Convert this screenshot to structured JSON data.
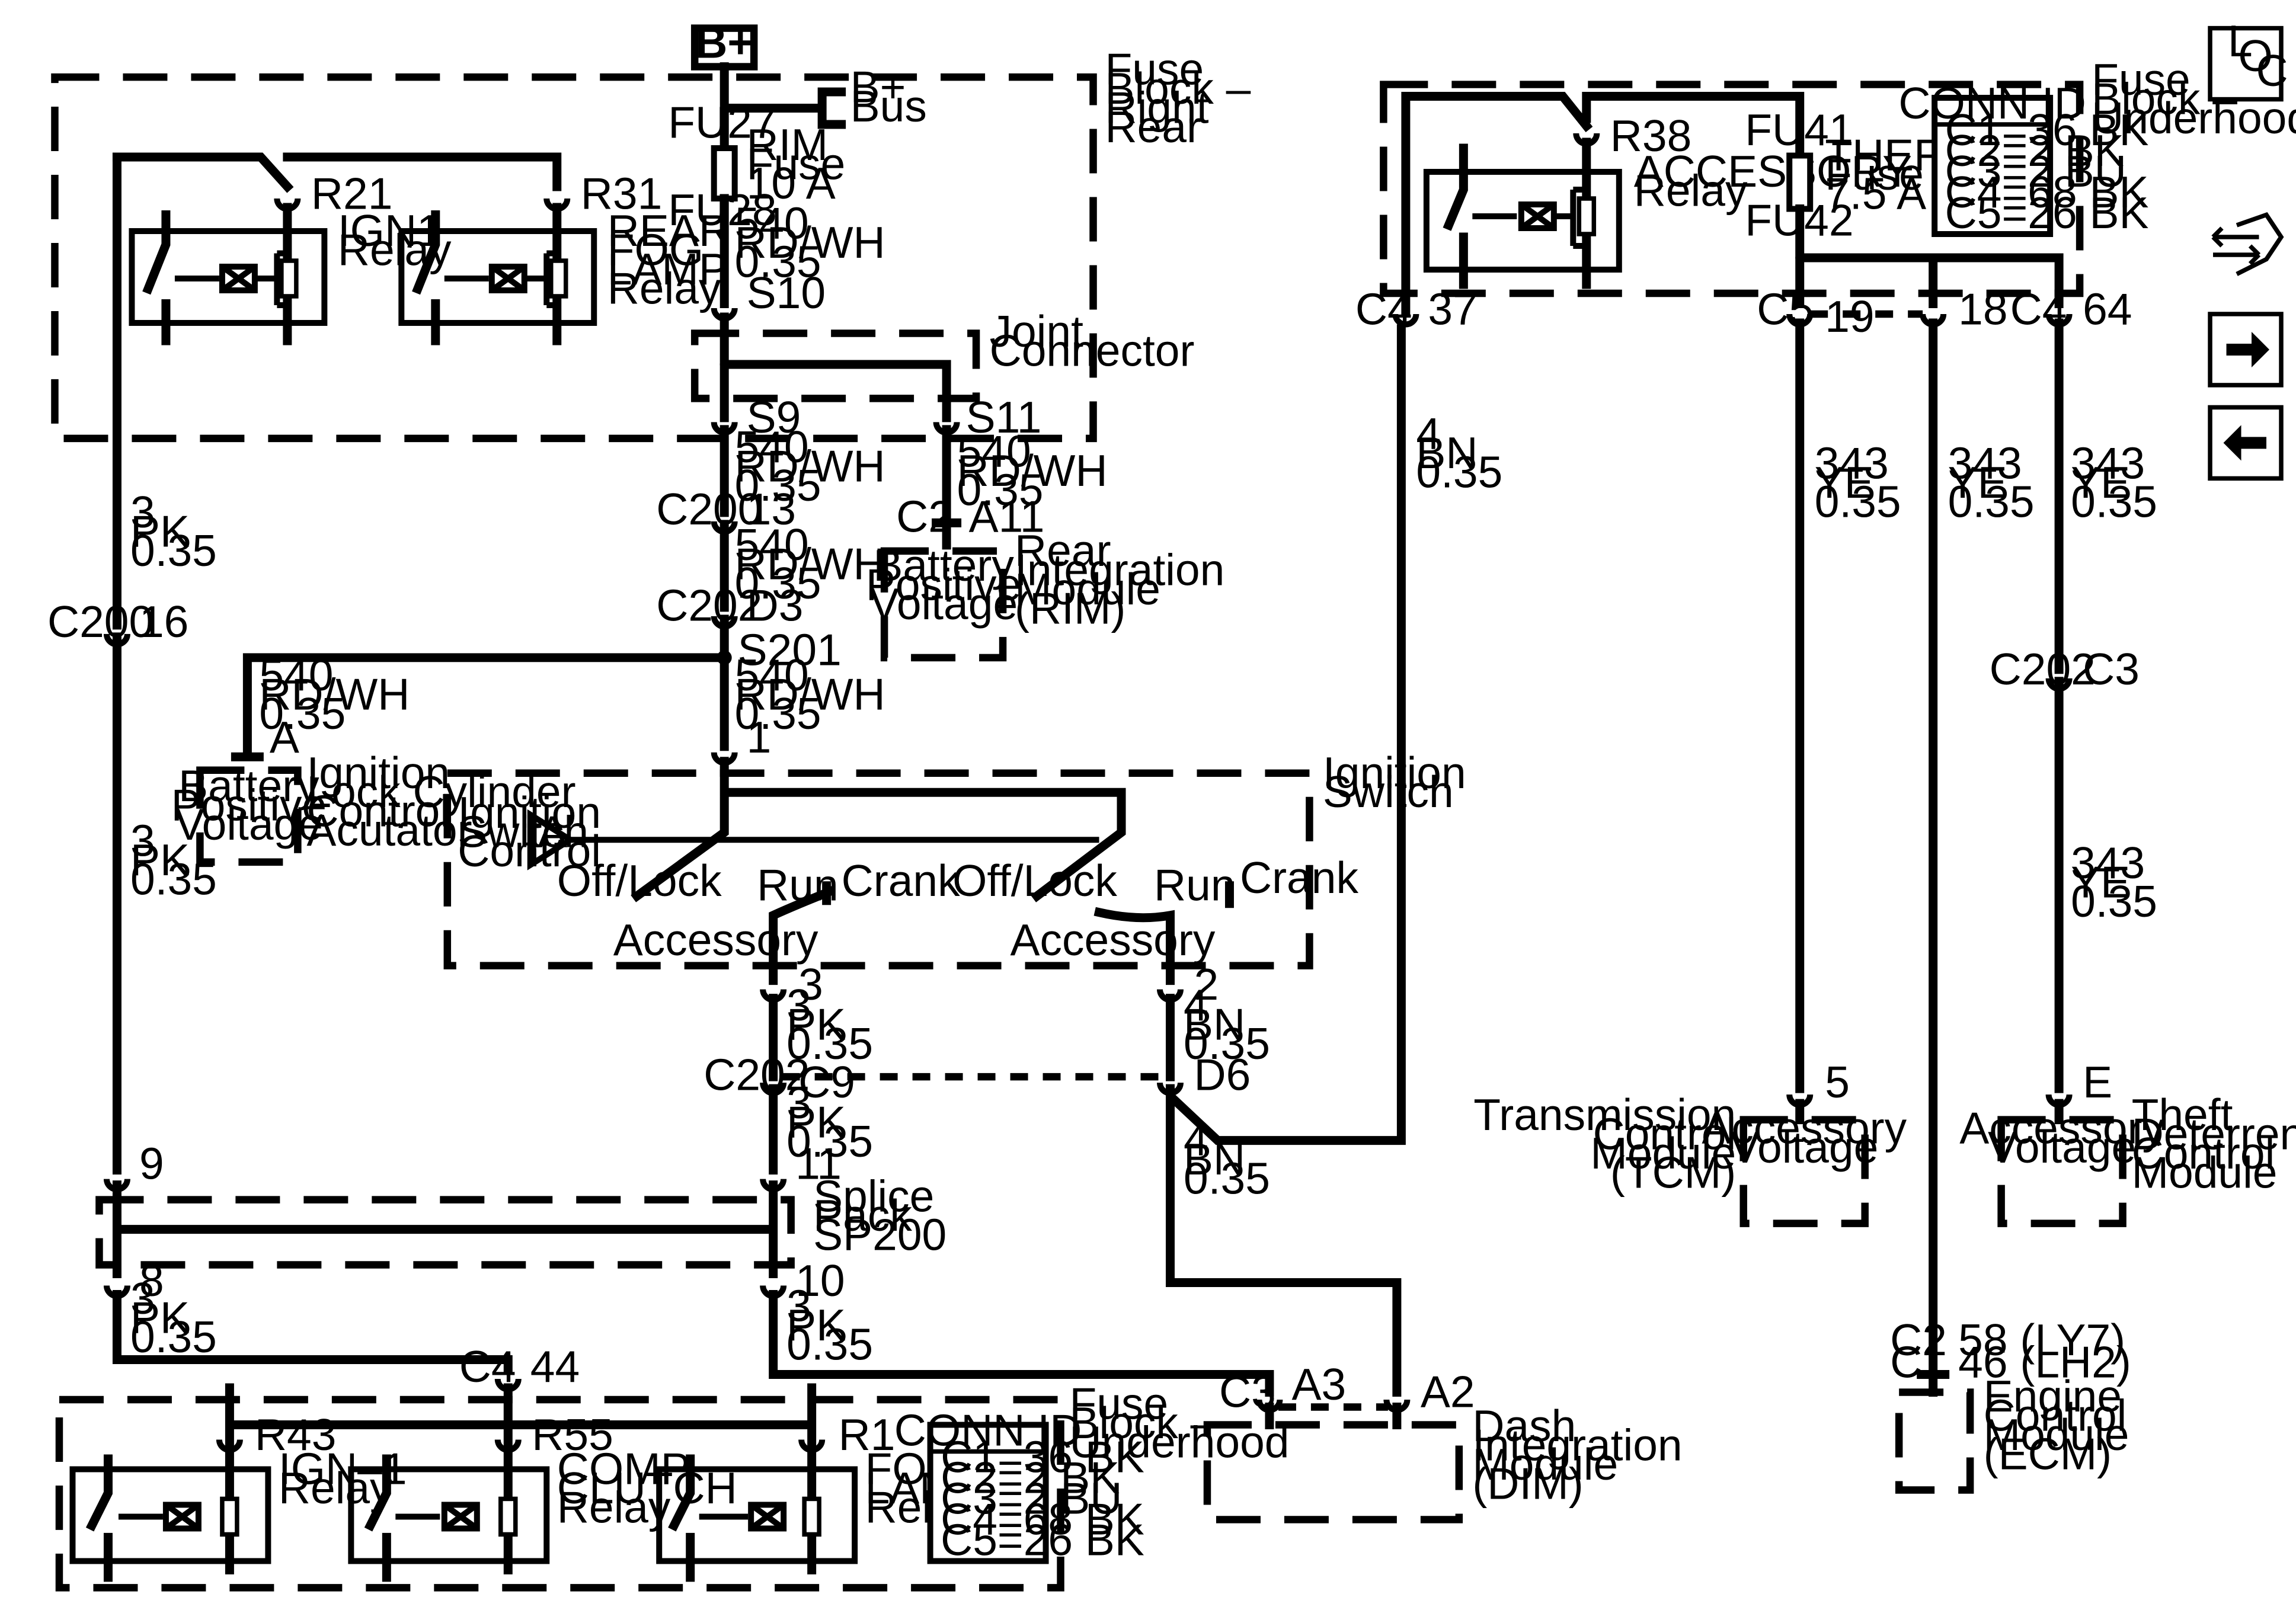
{
  "power": {
    "label": "B+",
    "bus_line1": "B+",
    "bus_line2": "Bus"
  },
  "fuse_block_rr": {
    "line1": "Fuse",
    "line2": "Block –",
    "line3": "Right",
    "line4": "Rear"
  },
  "rim_fuse": {
    "top": "FU27",
    "bottom": "FU28",
    "line1": "RIM",
    "line2": "Fuse",
    "line3": "10 A"
  },
  "ign1_relay": {
    "pin": "R21",
    "line1": "IGN1",
    "line2": "Relay"
  },
  "rear_fog_relay": {
    "pin": "R31",
    "line1": "REAR",
    "line2": "FOG",
    "line3": "LAMP",
    "line4": "Relay"
  },
  "w540": {
    "circuit": "540",
    "color": "RD/WH",
    "size": "0.35"
  },
  "w3": {
    "circuit": "3",
    "color": "PK",
    "size": "0.35"
  },
  "w4": {
    "circuit": "4",
    "color": "BN",
    "size": "0.35"
  },
  "w343": {
    "circuit": "343",
    "color": "YE",
    "size": "0.35"
  },
  "joint": {
    "line1": "Joint",
    "line2": "Connector",
    "s10": "S10",
    "s9": "S9",
    "s11": "S11",
    "s201": "S201"
  },
  "conn": {
    "c200": "C200",
    "c202": "C202",
    "c2": "C2",
    "c4": "C4",
    "c5": "C5",
    "c3": "C3",
    "c1": "C1",
    "p13": "13",
    "pD3": "D3",
    "pA11": "A11",
    "p16": "16",
    "pA": "A",
    "p1": "1",
    "p3": "3",
    "p2": "2",
    "pC9": "C9",
    "pD6": "D6",
    "p9": "9",
    "p11": "11",
    "p8": "8",
    "p10": "10",
    "p44": "44",
    "pA3": "A3",
    "pA2": "A2",
    "p37": "37",
    "p19": "19",
    "p18": "18",
    "p64": "64",
    "p5": "5",
    "pE": "E",
    "pC3": "C3",
    "p58": "58 (LY7)",
    "p46": "46 (LH2)"
  },
  "rim": {
    "box1": "Battery",
    "box2": "Positive",
    "box3": "Voltage",
    "l1": "Rear",
    "l2": "Integration",
    "l3": "Module",
    "l4": "(RIM)"
  },
  "ilc": {
    "box1": "Battery",
    "box2": "Positive",
    "box3": "Voltage",
    "l1": "Ignition",
    "l2": "Lock Cylinder",
    "l3": "Control",
    "l4": "Acutator"
  },
  "ign_switch": {
    "l1": "Ignition",
    "l2": "Switch",
    "ctrl1": "Ignition",
    "ctrl2": "Switch",
    "ctrl3": "Control",
    "tri": "A",
    "off1": "Off/Lock",
    "run1": "Run",
    "crank1": "Crank",
    "acc1": "Accessory",
    "off2": "Off/Lock",
    "run2": "Run",
    "crank2": "Crank",
    "acc2": "Accessory"
  },
  "splice": {
    "l1": "Splice",
    "l2": "Pack",
    "l3": "SP200"
  },
  "fb_under": {
    "line1": "Fuse",
    "line2": "Block –",
    "line3": "Underhood"
  },
  "relays_under": {
    "r43": "R43",
    "r55": "R55",
    "r1": "R1",
    "ign1": "IGN–1",
    "ign2": "Relay",
    "comp1": "COMP",
    "comp2": "CLUTCH",
    "comp3": "Relay",
    "fog1": "FOG",
    "fog2": "LAMP",
    "fog3": "Relay"
  },
  "conn_id": {
    "title": "CONN ID",
    "rows": [
      "C1=36 BK",
      "C2=2 BK",
      "C3=2 BU",
      "C4=68 BK",
      "C5=26 BK"
    ]
  },
  "dim": {
    "l1": "Dash",
    "l2": "Integration",
    "l3": "Module",
    "l4": "(DIM)"
  },
  "fb_under_right": {
    "line1": "Fuse",
    "line2": "Block –",
    "line3": "Underhood",
    "r38": "R38",
    "acc1": "ACCESSORY",
    "acc2": "Relay",
    "fu41": "FU41",
    "fu42": "FU42",
    "theft1": "THEFT",
    "theft2": "Fuse",
    "theft3": "7.5 A"
  },
  "tcm": {
    "box1": "Accessory",
    "box2": "Voltage",
    "l1": "Transmission",
    "l2": "Control",
    "l3": "Module",
    "l4": "(TCM)"
  },
  "tdcm": {
    "box1": "Accessory",
    "box2": "Voltage",
    "l1": "Theft",
    "l2": "Deterrent",
    "l3": "Control",
    "l4": "Module"
  },
  "ecm": {
    "l1": "Engine",
    "l2": "Control",
    "l3": "Module",
    "l4": "(ECM)"
  },
  "nav": {
    "loc1": "L",
    "loc2": "O",
    "loc3": "C"
  }
}
